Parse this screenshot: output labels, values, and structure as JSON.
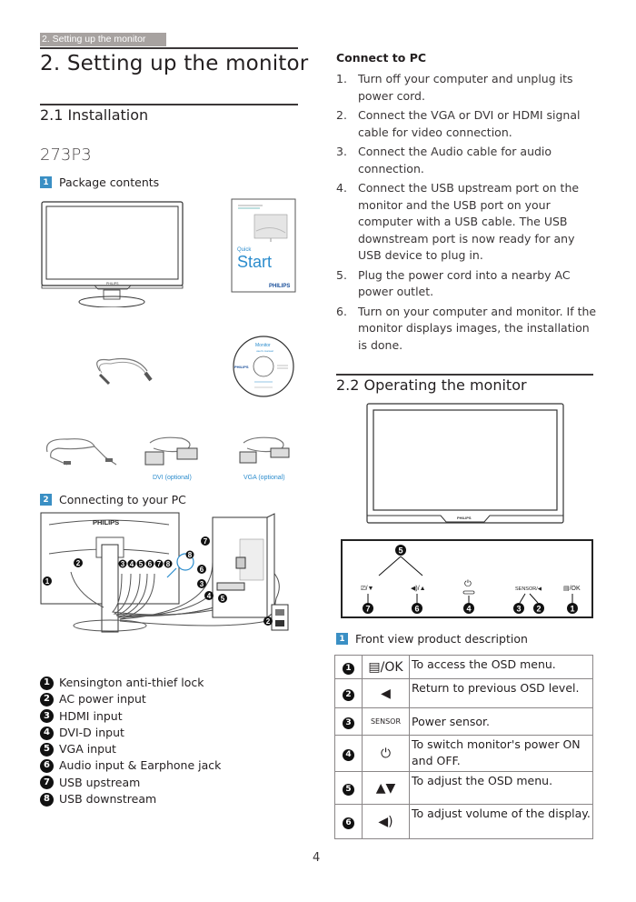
{
  "running_head": "2. Setting up the monitor",
  "chapter_title": "2.   Setting up the monitor",
  "section_installation": "2.1  Installation",
  "model": "273P3",
  "package": {
    "badge": "1",
    "title": "Package contents",
    "quick_start_label_1": "Quick",
    "quick_start_label_2": "Start",
    "brand": "PHILIPS",
    "cd_title": "Monitor",
    "cd_subtitle": "user's manual",
    "dvi_caption": "DVI (optional)",
    "vga_caption": "VGA (optional)"
  },
  "connecting": {
    "badge": "2",
    "title": "Connecting to your PC",
    "brand": "PHILIPS"
  },
  "ports_legend": [
    {
      "num": "1",
      "label": "Kensington anti-thief lock"
    },
    {
      "num": "2",
      "label": "AC power input"
    },
    {
      "num": "3",
      "label": "HDMI input"
    },
    {
      "num": "4",
      "label": "DVI-D input"
    },
    {
      "num": "5",
      "label": "VGA input"
    },
    {
      "num": "6",
      "label": "Audio input & Earphone jack"
    },
    {
      "num": "7",
      "label": "USB upstream"
    },
    {
      "num": "8",
      "label": "USB downstream"
    }
  ],
  "connect_to_pc": {
    "title": "Connect to PC",
    "steps": [
      {
        "num": "1.",
        "text": "Turn off your computer and unplug its power cord."
      },
      {
        "num": "2.",
        "text": "Connect the VGA or DVI or HDMI signal cable for video connection."
      },
      {
        "num": "3.",
        "text": "Connect the Audio cable for audio connection."
      },
      {
        "num": "4.",
        "text": "Connect the USB upstream port on the monitor and the USB port on your computer with a USB cable. The USB downstream port is now ready for any USB device to plug in."
      },
      {
        "num": "5.",
        "text": "Plug the power cord into a nearby AC power outlet."
      },
      {
        "num": "6.",
        "text": "Turn on your computer and monitor. If the monitor displays images, the installation is done."
      }
    ]
  },
  "section_operating": "2.2  Operating the monitor",
  "front_panel": {
    "brand": "PHILIPS",
    "labels": {
      "btn7": "⎚/▼",
      "btn6": "◀)/▲",
      "btn4": "⏻",
      "btn32": "SENSOR/◀",
      "btn1": "▤/OK"
    }
  },
  "front_view": {
    "badge": "1",
    "title": "Front view product description",
    "rows": [
      {
        "num": "1",
        "icon": "▤/OK",
        "desc": "To access the OSD menu."
      },
      {
        "num": "2",
        "icon": "◀",
        "desc": "Return to previous OSD level."
      },
      {
        "num": "3",
        "icon": "SENSOR",
        "desc": "Power sensor."
      },
      {
        "num": "4",
        "icon": "⏻",
        "desc": "To switch monitor's power ON and OFF."
      },
      {
        "num": "5",
        "icon": "▲▼",
        "desc": "To adjust the OSD menu."
      },
      {
        "num": "6",
        "icon": "◀)",
        "desc": "To adjust volume of the display."
      }
    ]
  },
  "page_number": "4"
}
